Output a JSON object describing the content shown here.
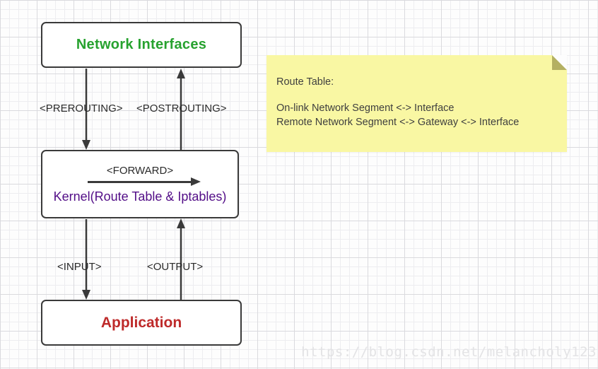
{
  "diagram": {
    "nodes": {
      "network_interfaces": {
        "label": "Network Interfaces",
        "text_color": "#27a22f"
      },
      "kernel": {
        "label": "Kernel(Route Table & Iptables)",
        "text_color": "#520d87"
      },
      "application": {
        "label": "Application",
        "text_color": "#be2a2a"
      }
    },
    "edges": {
      "prerouting": {
        "label": "<PREROUTING>",
        "direction": "network_interfaces -> kernel"
      },
      "postrouting": {
        "label": "<POSTROUTING>",
        "direction": "kernel -> network_interfaces"
      },
      "forward": {
        "label": "<FORWARD>",
        "direction": "left -> right inside kernel"
      },
      "input": {
        "label": "<INPUT>",
        "direction": "kernel -> application"
      },
      "output": {
        "label": "<OUTPUT>",
        "direction": "application -> kernel"
      }
    },
    "line_color": "#3a3a3a"
  },
  "note": {
    "title": "Route Table:",
    "lines": [
      "On-link Network Segment <-> Interface",
      "Remote Network Segment <-> Gateway <-> Interface"
    ],
    "bg_color": "#f9f7a3",
    "fold_color": "#b4b062"
  },
  "watermark": {
    "text": "https://blog.csdn.net/melancholy123"
  }
}
